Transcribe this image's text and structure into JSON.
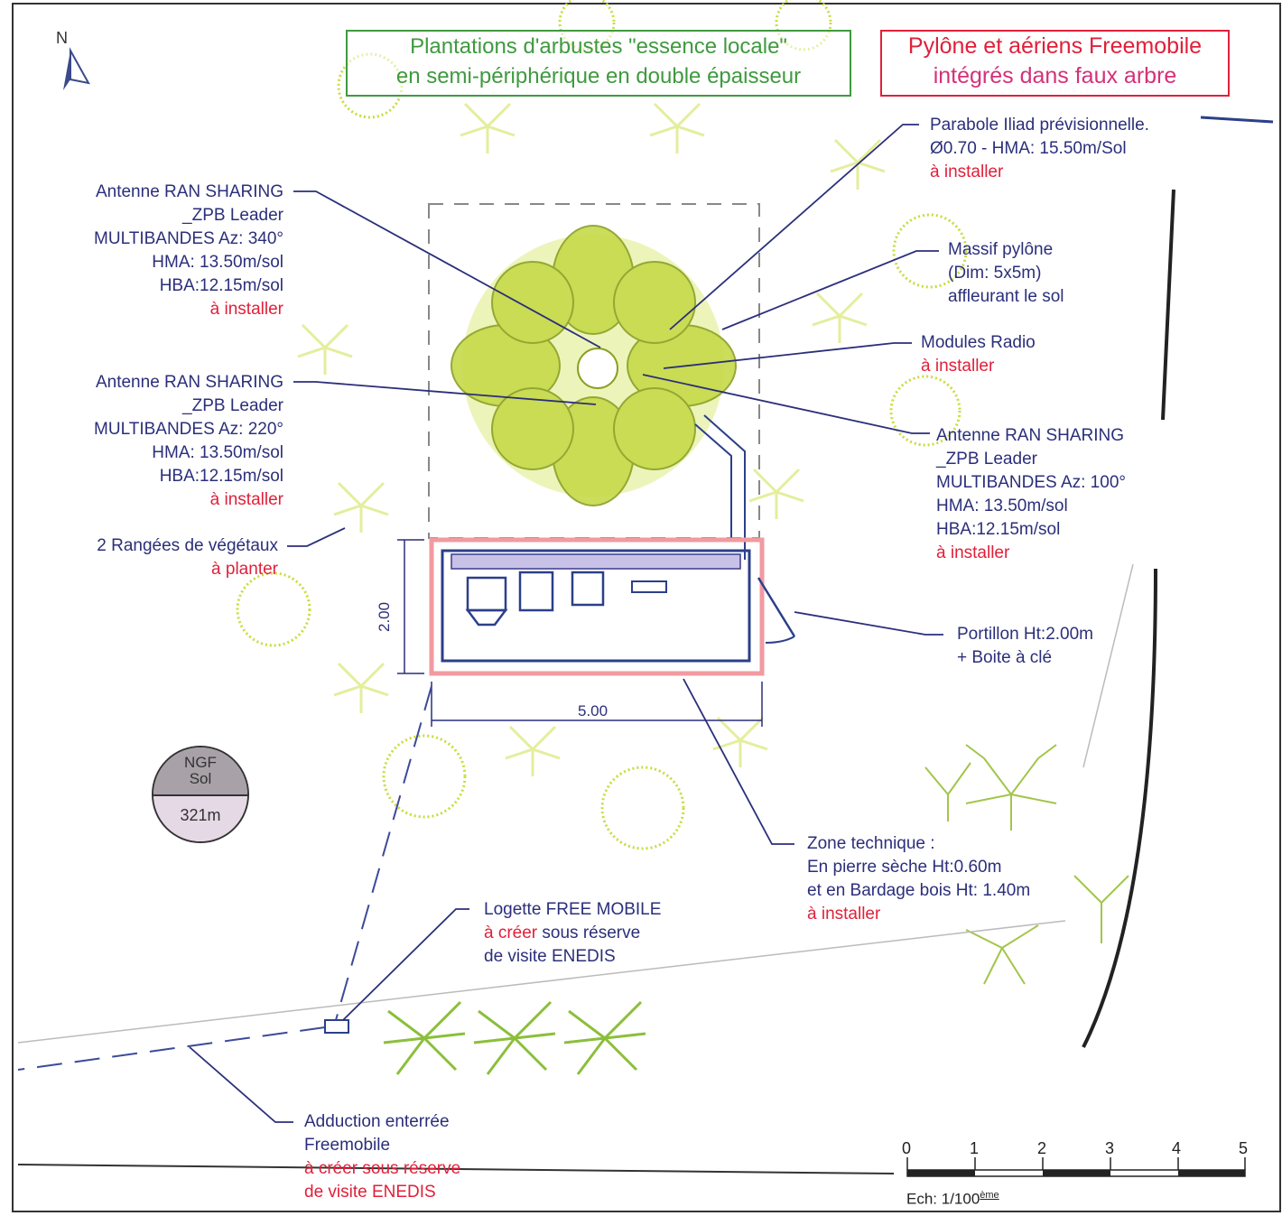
{
  "north_label": "N",
  "title_box": {
    "line1": "Plantations d'arbustes \"essence locale\"",
    "line2": "en semi-périphérique en double épaisseur"
  },
  "pylon_box": {
    "line1": "Pylône et aériens Freemobile",
    "line2": "intégrés dans faux arbre"
  },
  "antenna_340": {
    "l1": "Antenne RAN SHARING",
    "l2": "_ZPB Leader",
    "l3": "MULTIBANDES Az: 340°",
    "l4": "HMA: 13.50m/sol",
    "l5": "HBA:12.15m/sol",
    "l6": "à installer"
  },
  "antenna_220": {
    "l1": "Antenne RAN SHARING",
    "l2": "_ZPB Leader",
    "l3": "MULTIBANDES Az: 220°",
    "l4": "HMA: 13.50m/sol",
    "l5": "HBA:12.15m/sol",
    "l6": "à installer"
  },
  "antenna_100": {
    "l1": "Antenne RAN SHARING",
    "l2": "_ZPB Leader",
    "l3": "MULTIBANDES Az: 100°",
    "l4": "HMA: 13.50m/sol",
    "l5": "HBA:12.15m/sol",
    "l6": "à installer"
  },
  "vegetation_rows": {
    "l1": "2 Rangées de végétaux",
    "l2": "à planter"
  },
  "parabole": {
    "l1": "Parabole Iliad prévisionnelle.",
    "l2": "Ø0.70 - HMA: 15.50m/Sol",
    "l3": "à installer"
  },
  "massif": {
    "l1": "Massif pylône",
    "l2": "(Dim: 5x5m)",
    "l3": "affleurant le sol"
  },
  "modules_radio": {
    "l1": "Modules Radio",
    "l2": "à installer"
  },
  "portillon": {
    "l1": "Portillon Ht:2.00m",
    "l2": "+ Boite à clé"
  },
  "zone_technique": {
    "l1": "Zone technique :",
    "l2": "En pierre sèche Ht:0.60m",
    "l3": "et en Bardage bois Ht: 1.40m",
    "l4": "à installer"
  },
  "logette": {
    "l1": "Logette FREE MOBILE",
    "l2a": "à créer",
    "l2b": " sous réserve",
    "l3": "de visite ENEDIS"
  },
  "adduction": {
    "l1": "Adduction enterrée",
    "l2": "Freemobile",
    "l3": "à créer sous réserve",
    "l4": "de visite ENEDIS"
  },
  "dimensions": {
    "width": "5.00",
    "height": "2.00"
  },
  "ngf": {
    "top1": "NGF",
    "top2": "Sol",
    "value": "321m"
  },
  "scale": {
    "ticks": [
      "0",
      "1",
      "2",
      "3",
      "4",
      "5"
    ],
    "label": "Ech: 1/100",
    "label_sup": "ème"
  },
  "colors": {
    "annotation_blue": "#2b2f7a",
    "action_red": "#e0203a",
    "vegetation_green": "#b8d12a",
    "planting_box_green": "#3f9a3f",
    "enclosure_red": "#e0203a"
  }
}
